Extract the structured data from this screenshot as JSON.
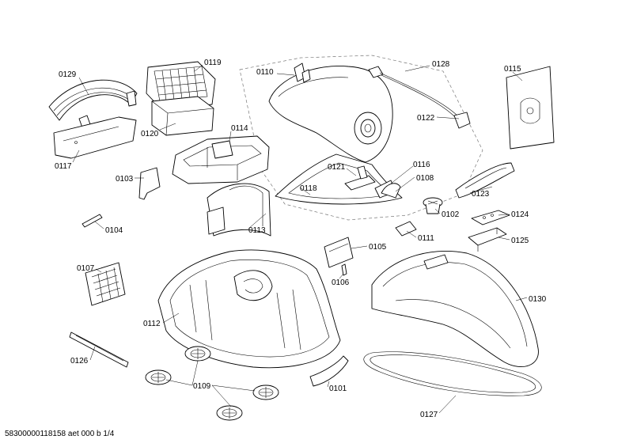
{
  "drawing": {
    "footer": "58300000118158 aet 000 b 1/4",
    "labels": {
      "p0129": "0129",
      "p0119": "0119",
      "p0110": "0110",
      "p0128": "0128",
      "p0115": "0115",
      "p0120": "0120",
      "p0122": "0122",
      "p0117": "0117",
      "p0114": "0114",
      "p0121": "0121",
      "p0116": "0116",
      "p0108": "0108",
      "p0118": "0118",
      "p0103": "0103",
      "p0123": "0123",
      "p0102": "0102",
      "p0124": "0124",
      "p0113": "0113",
      "p0104": "0104",
      "p0111": "0111",
      "p0125": "0125",
      "p0105": "0105",
      "p0107": "0107",
      "p0106": "0106",
      "p0130": "0130",
      "p0112": "0112",
      "p0126": "0126",
      "p0109": "0109",
      "p0101": "0101",
      "p0127": "0127"
    }
  }
}
